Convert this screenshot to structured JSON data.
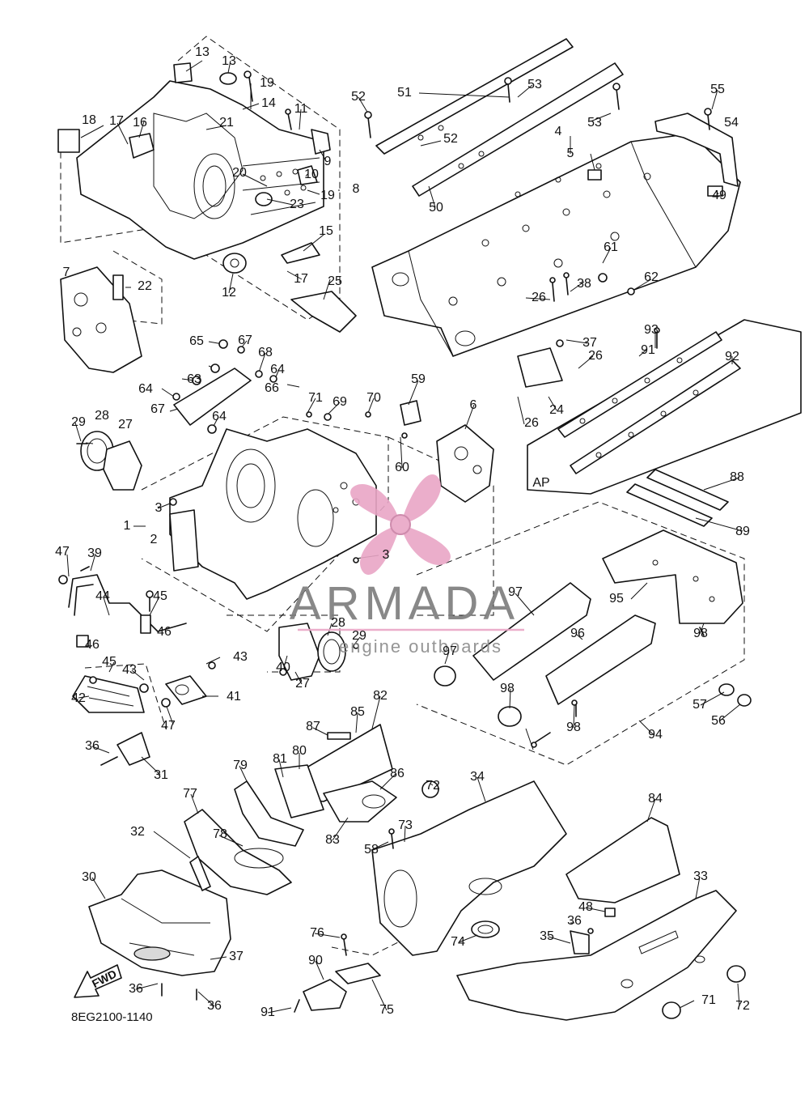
{
  "labels": [
    "1",
    "2",
    "3",
    "3",
    "4",
    "5",
    "6",
    "7",
    "8",
    "9",
    "10",
    "11",
    "12",
    "13",
    "13",
    "14",
    "15",
    "16",
    "17",
    "17",
    "18",
    "19",
    "19",
    "20",
    "21",
    "22",
    "23",
    "24",
    "25",
    "26",
    "26",
    "26",
    "27",
    "27",
    "28",
    "28",
    "29",
    "29",
    "30",
    "31",
    "32",
    "33",
    "34",
    "35",
    "36",
    "36",
    "36",
    "36",
    "37",
    "37",
    "38",
    "39",
    "40",
    "41",
    "42",
    "43",
    "43",
    "44",
    "45",
    "45",
    "46",
    "46",
    "47",
    "47",
    "48",
    "49",
    "50",
    "51",
    "52",
    "52",
    "53",
    "53",
    "54",
    "55",
    "56",
    "57",
    "58",
    "59",
    "60",
    "61",
    "62",
    "63",
    "64",
    "64",
    "64",
    "65",
    "66",
    "67",
    "67",
    "68",
    "69",
    "70",
    "71",
    "71",
    "72",
    "72",
    "73",
    "74",
    "75",
    "76",
    "77",
    "78",
    "79",
    "80",
    "81",
    "82",
    "83",
    "84",
    "85",
    "86",
    "87",
    "88",
    "89",
    "90",
    "91",
    "91",
    "92",
    "93",
    "94",
    "95",
    "96",
    "97",
    "97",
    "98",
    "98",
    "98"
  ],
  "ap_label": "AP",
  "fwd_label": "FWD",
  "drawing_code": "8EG2100-1140",
  "watermark": {
    "brand": "ARMADA",
    "tagline": "engine outboards",
    "logo_color": "#e9a6c6",
    "text_color": "#7c7c7c"
  }
}
